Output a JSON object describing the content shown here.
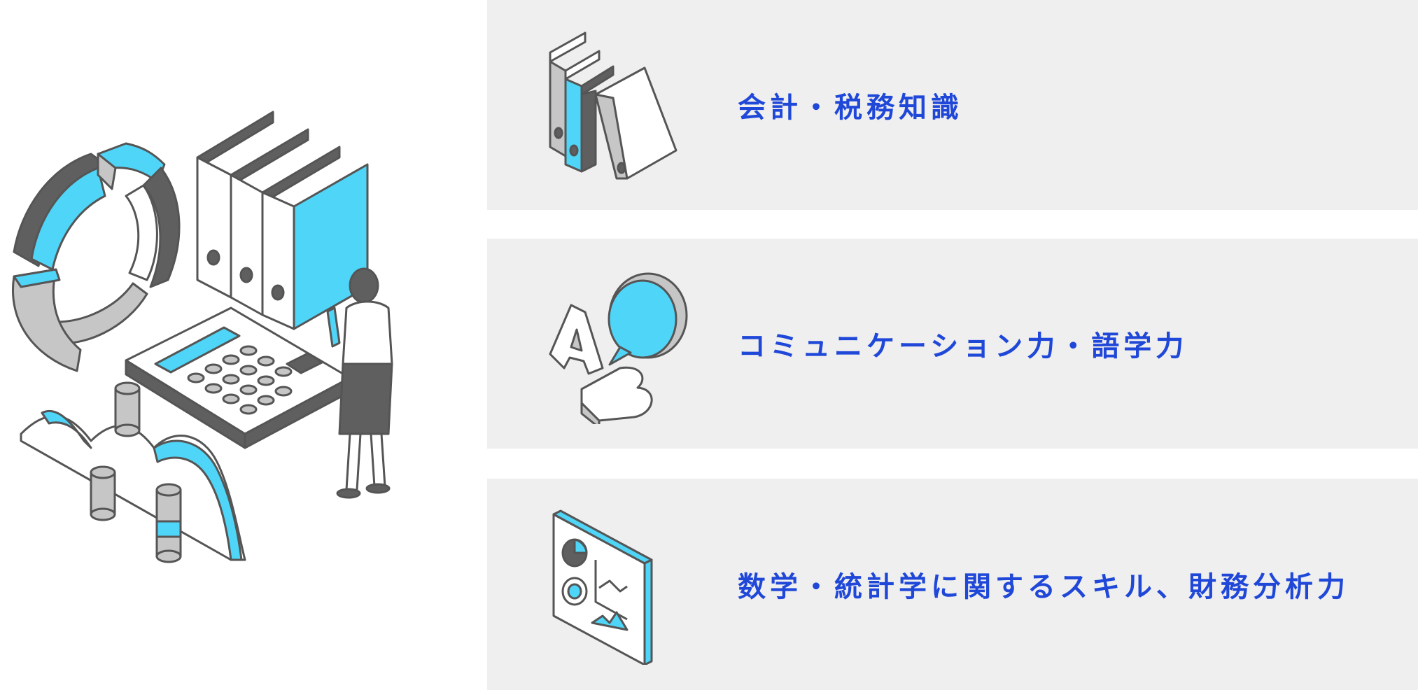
{
  "colors": {
    "accent_text": "#1f47d8",
    "panel_bg": "#efefef",
    "cyan": "#4fd5f8",
    "dark": "#5f5f5f",
    "light_gray": "#c6c6c6"
  },
  "illustration": {
    "icon": "finance-office-illustration"
  },
  "skills": [
    {
      "label": "会計・税務知識",
      "icon": "binders-icon"
    },
    {
      "label": "コミュニケーション力・語学力",
      "icon": "ab-speech-bubble-icon"
    },
    {
      "label": "数学・統計学に関するスキル、財務分析力",
      "icon": "analytics-board-icon"
    }
  ]
}
